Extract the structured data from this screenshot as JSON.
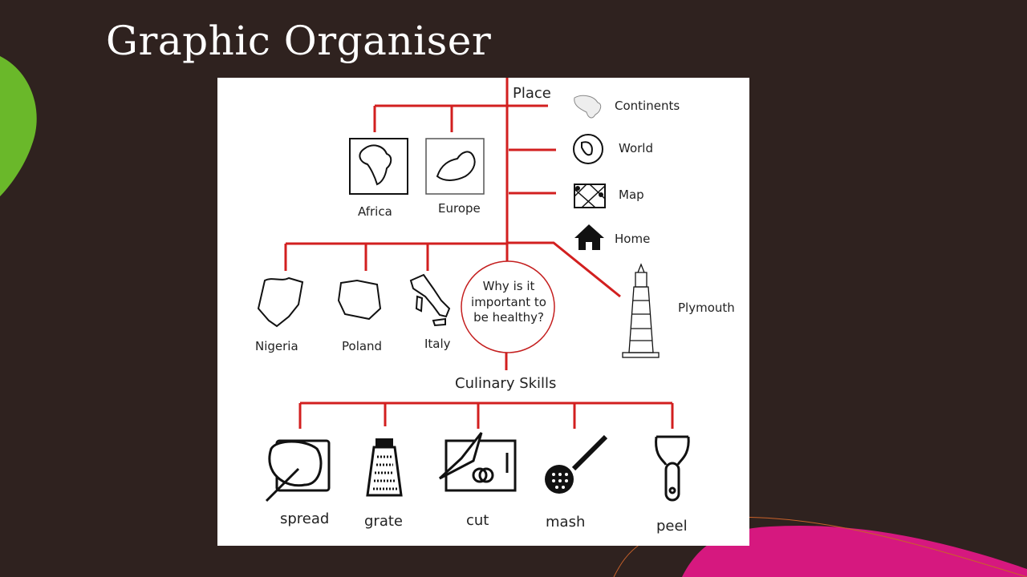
{
  "slide": {
    "title": "Graphic Organiser"
  },
  "diagram": {
    "central_question": [
      "Why is it",
      "important to",
      "be healthy?"
    ],
    "place": {
      "heading": "Place",
      "continents": [
        "Africa",
        "Europe"
      ],
      "right_items": [
        "Continents",
        "World",
        "Map",
        "Home"
      ],
      "countries": [
        "Nigeria",
        "Poland",
        "Italy"
      ],
      "local": "Plymouth"
    },
    "culinary": {
      "heading": "Culinary Skills",
      "skills": [
        "spread",
        "grate",
        "cut",
        "mash",
        "peel"
      ]
    }
  },
  "colors": {
    "background": "#2f221f",
    "accent_green": "#6ab82a",
    "accent_pink": "#d6187f",
    "line_red": "#d21f1f"
  }
}
